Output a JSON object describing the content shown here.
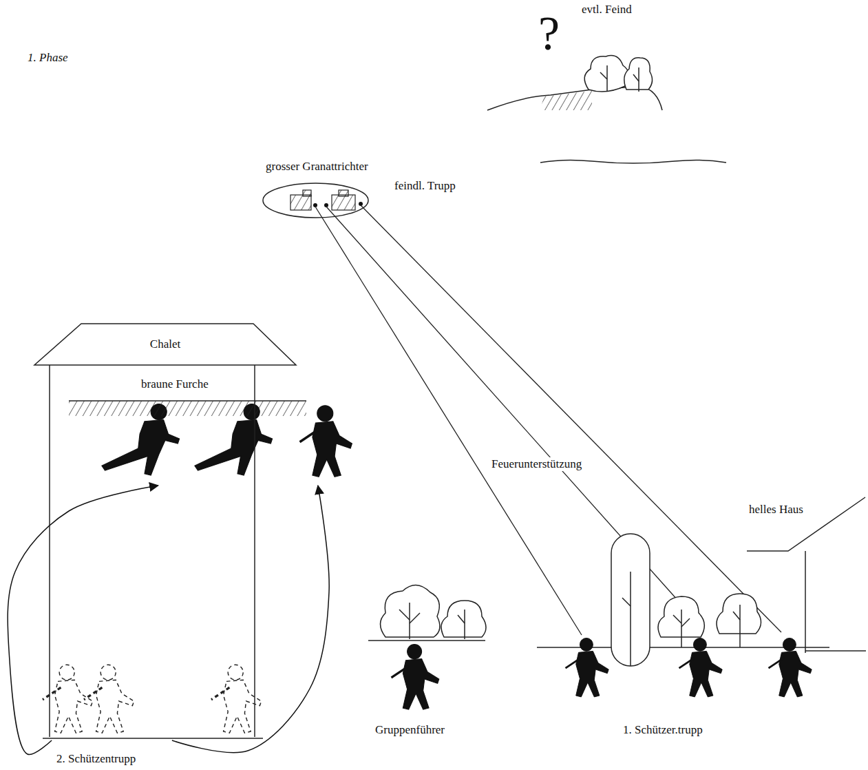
{
  "diagram": {
    "title": "1. Phase",
    "nodes": [
      {
        "text": [
          "grosser Granattrichter",
          "feindl. Trupp"
        ]
      },
      {
        "text": [
          "braune Furche"
        ]
      },
      {
        "text": [
          "Chalet"
        ]
      }
    ],
    "edges": [
      {
        "from": 2,
        "to": 1,
        "arrow": "to"
      },
      {
        "from": 2,
        "to": 1,
        "arrow": "to"
      }
    ],
    "labels": [
      "?",
      "evtl. Feind",
      "Feuerunterstützung",
      "helles Haus",
      "Gruppenführer",
      "1. Schützer.trupp",
      "2. Schützentrupp"
    ]
  }
}
